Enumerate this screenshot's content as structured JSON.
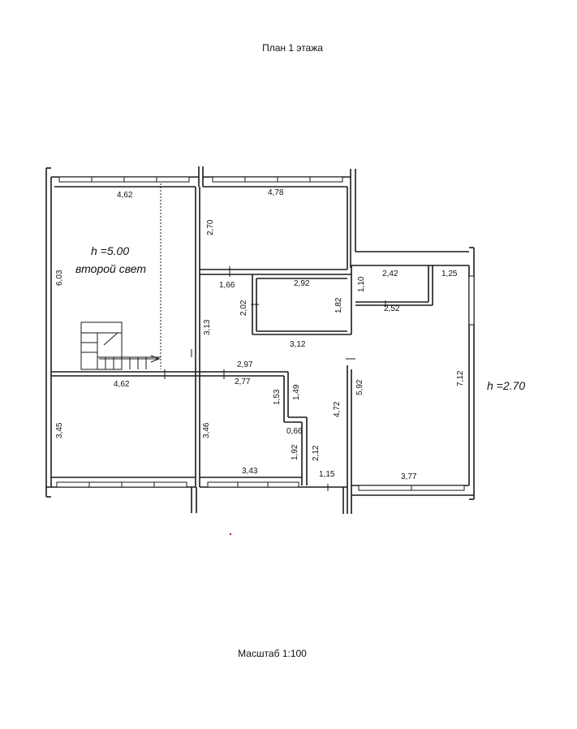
{
  "title": "План 1 этажа",
  "scale": "Масштаб 1:100",
  "notes": {
    "height_double": "h =5.00",
    "second_light": "второй свет",
    "height_main": "h =2.70"
  },
  "dims": {
    "d1": "4,62",
    "d2": "4,78",
    "d3": "6,03",
    "d4": "2,70",
    "d5": "1,66",
    "d6": "2,92",
    "d7": "2,02",
    "d8": "1,82",
    "d9": "3,13",
    "d10": "3,12",
    "d11": "2,97",
    "d12": "4,62",
    "d13": "2,77",
    "d14": "1,53",
    "d15": "1,49",
    "d16": "0,66",
    "d17": "4,72",
    "d18": "3,45",
    "d19": "3,46",
    "d20": "2,12",
    "d21": "1,92",
    "d22": "3,43",
    "d23": "1,15",
    "d24": "2,42",
    "d25": "1,25",
    "d26": "1,10",
    "d27": "2,52",
    "d28": "7,12",
    "d29": "5,92",
    "d30": "3,77"
  }
}
